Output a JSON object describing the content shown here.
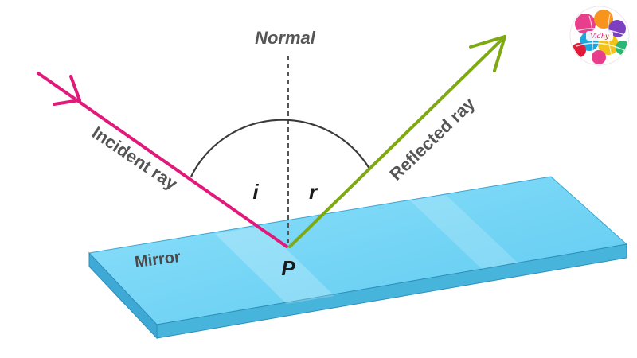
{
  "labels": {
    "normal": "Normal",
    "incident": "Incident ray",
    "reflected": "Reflected ray",
    "mirror": "Mirror",
    "angle_i": "i",
    "angle_r": "r",
    "point": "P",
    "logo": "Vidhy"
  },
  "colors": {
    "incident_ray": "#e0197a",
    "reflected_ray": "#7fa912",
    "normal_line": "#555555",
    "arc": "#3a3a3a",
    "mirror_top": "#74d4f4",
    "mirror_front": "#4fbde3",
    "mirror_edge": "#2f8fb8",
    "text": "#555555",
    "angle_text": "#1a1a1a"
  },
  "icons": {
    "logo": "colorful-yarn-logo-icon",
    "incident_arrow": "arrowhead-icon",
    "reflected_arrow": "arrowhead-icon"
  }
}
